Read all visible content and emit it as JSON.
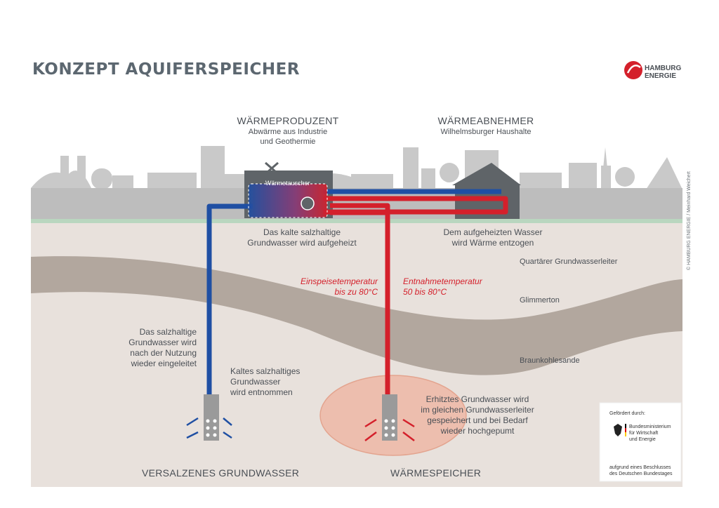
{
  "title": "KONZEPT AQUIFERSPEICHER",
  "logo": {
    "line1": "HAMBURG",
    "line2": "ENERGIE"
  },
  "producer": {
    "heading": "WÄRMEPRODUZENT",
    "line1": "Abwärme aus Industrie",
    "line2": "und Geothermie"
  },
  "consumer": {
    "heading": "WÄRMEABNEHMER",
    "line1": "Wilhelmsburger Haushalte"
  },
  "heat_exchanger": "Wärmetauscher",
  "labels": {
    "cold_heated_1": "Das kalte salzhaltige",
    "cold_heated_2": "Grundwasser wird aufgeheizt",
    "heat_removed_1": "Dem aufgeheizten Wasser",
    "heat_removed_2": "wird Wärme entzogen",
    "reinjected_1": "Das salzhaltige",
    "reinjected_2": "Grundwasser wird",
    "reinjected_3": "nach der Nutzung",
    "reinjected_4": "wieder eingeleitet",
    "extracted_1": "Kaltes salzhaltiges",
    "extracted_2": "Grundwasser",
    "extracted_3": "wird entnommen",
    "stored_1": "Erhitztes Grundwasser wird",
    "stored_2": "im gleichen Grundwasserleiter",
    "stored_3": "gespeichert und bei Bedarf",
    "stored_4": "wieder hochgepumt"
  },
  "temperatures": {
    "injection_1": "Einspeisetemperatur",
    "injection_2": "bis zu 80°C",
    "extraction_1": "Entnahmetemperatur",
    "extraction_2": "50 bis 80°C"
  },
  "layers": {
    "quartaer": "Quartärer Grundwasserleiter",
    "glimmerton": "Glimmerton",
    "braunkohle": "Braunkohlesande"
  },
  "bottom": {
    "left": "VERSALZENES GRUNDWASSER",
    "right": "WÄRMESPEICHER"
  },
  "copyright": "© HAMBURG ENERGIE / Meinhard Weichert",
  "funding": {
    "intro": "Gefördert durch:",
    "ministry_1": "Bundesministerium",
    "ministry_2": "für Wirtschaft",
    "ministry_3": "und Energie",
    "note_1": "aufgrund eines Beschlusses",
    "note_2": "des Deutschen Bundestages"
  },
  "colors": {
    "hot": "#d4202b",
    "cold": "#1f4fa3",
    "ground": "#e8e1dc",
    "clay": "#b2a79e",
    "skyline": "#c9c9c9",
    "surface": "#bdbdbd",
    "storage": "#efb9a6",
    "title": "#5c6770"
  }
}
